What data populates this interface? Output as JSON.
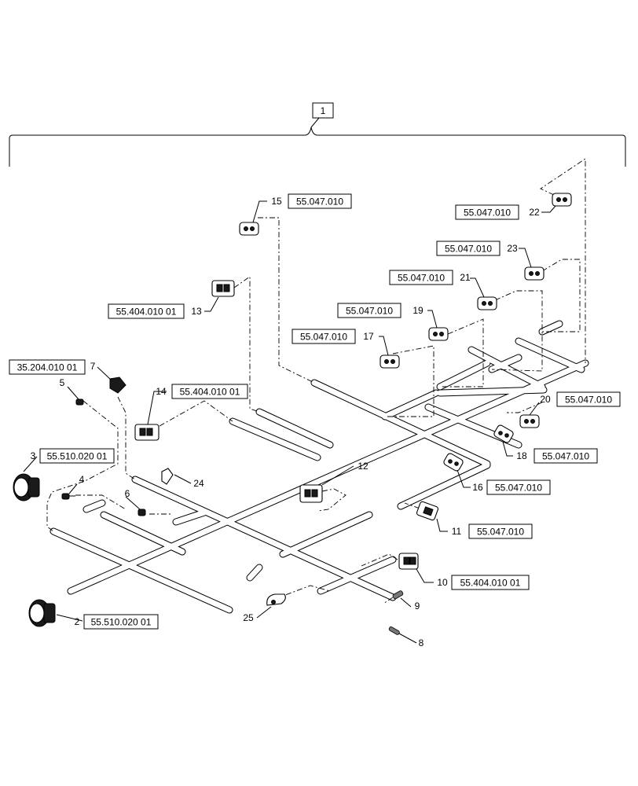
{
  "assembly": {
    "number": "1"
  },
  "callouts": [
    {
      "id": "2",
      "ref": "55.510.020 01"
    },
    {
      "id": "3",
      "ref": "55.510.020 01"
    },
    {
      "id": "4",
      "ref": ""
    },
    {
      "id": "5",
      "ref": ""
    },
    {
      "id": "6",
      "ref": ""
    },
    {
      "id": "7",
      "ref": "35.204.010 01"
    },
    {
      "id": "8",
      "ref": ""
    },
    {
      "id": "9",
      "ref": ""
    },
    {
      "id": "10",
      "ref": "55.404.010 01"
    },
    {
      "id": "11",
      "ref": "55.047.010"
    },
    {
      "id": "12",
      "ref": ""
    },
    {
      "id": "13",
      "ref": "55.404.010 01"
    },
    {
      "id": "14",
      "ref": "55.404.010 01"
    },
    {
      "id": "15",
      "ref": "55.047.010"
    },
    {
      "id": "16",
      "ref": "55.047.010"
    },
    {
      "id": "17",
      "ref": "55.047.010"
    },
    {
      "id": "18",
      "ref": "55.047.010"
    },
    {
      "id": "19",
      "ref": "55.047.010"
    },
    {
      "id": "20",
      "ref": "55.047.010"
    },
    {
      "id": "21",
      "ref": "55.047.010"
    },
    {
      "id": "22",
      "ref": "55.047.010"
    },
    {
      "id": "23",
      "ref": "55.047.010"
    },
    {
      "id": "24",
      "ref": ""
    },
    {
      "id": "25",
      "ref": ""
    }
  ]
}
